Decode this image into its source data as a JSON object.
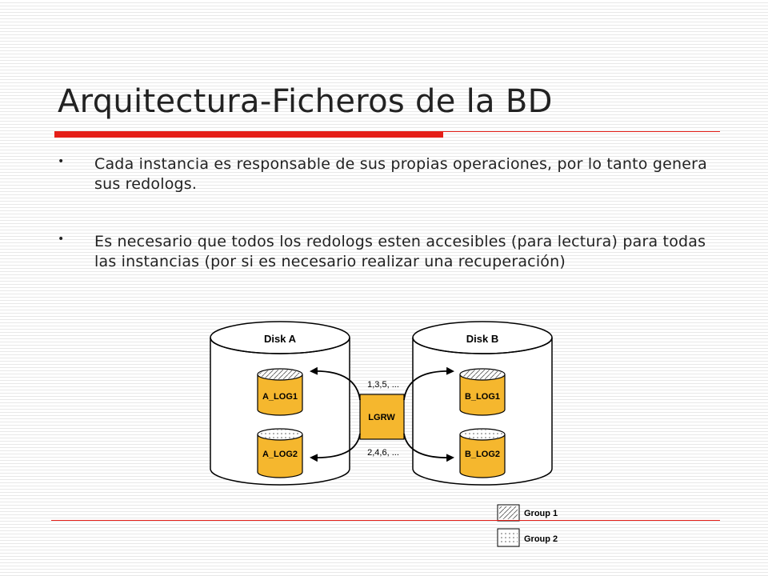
{
  "slide": {
    "title": "Arquitectura-Ficheros de la BD",
    "bullet_char": "•",
    "bullets": [
      "Cada instancia es responsable de sus propias  operaciones, por lo tanto genera sus redologs.",
      "Es necesario que todos los redologs esten accesibles (para lectura) para todas las instancias (por si es necesario realizar una recuperación)"
    ]
  },
  "diagram": {
    "disk_a": {
      "label": "Disk A",
      "logs": [
        "A_LOG1",
        "A_LOG2"
      ]
    },
    "disk_b": {
      "label": "Disk B",
      "logs": [
        "B_LOG1",
        "B_LOG2"
      ]
    },
    "process": "LGRW",
    "sequence_odd": "1,3,5, ...",
    "sequence_even": "2,4,6, ...",
    "legend": [
      {
        "label": "Group 1"
      },
      {
        "label": "Group 2"
      }
    ],
    "colors": {
      "log_fill": "#f5b72e",
      "process_fill": "#f5b72e",
      "accent_red": "#e51f18"
    }
  }
}
